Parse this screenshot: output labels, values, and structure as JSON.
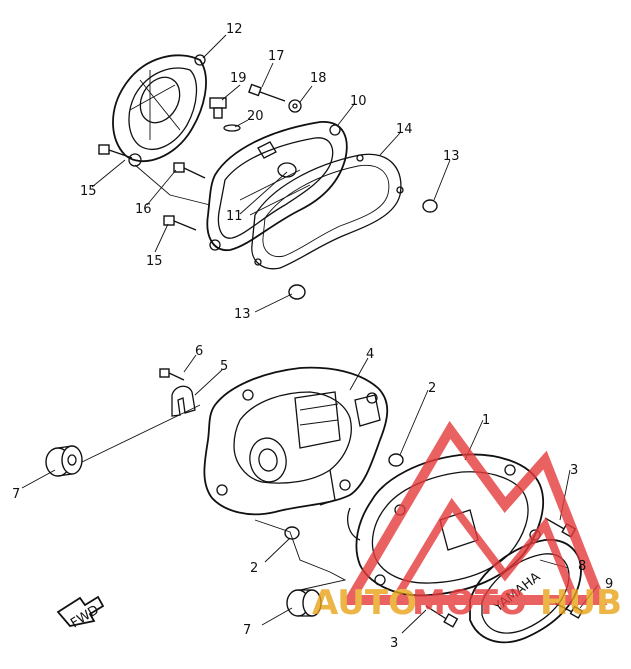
{
  "callouts": [
    {
      "id": "c1",
      "text": "1"
    },
    {
      "id": "c2a",
      "text": "2"
    },
    {
      "id": "c2b",
      "text": "2"
    },
    {
      "id": "c3a",
      "text": "3"
    },
    {
      "id": "c3b",
      "text": "3"
    },
    {
      "id": "c4",
      "text": "4"
    },
    {
      "id": "c5",
      "text": "5"
    },
    {
      "id": "c6",
      "text": "6"
    },
    {
      "id": "c7a",
      "text": "7"
    },
    {
      "id": "c7b",
      "text": "7"
    },
    {
      "id": "c8",
      "text": "8"
    },
    {
      "id": "c9",
      "text": "9"
    },
    {
      "id": "c10",
      "text": "10"
    },
    {
      "id": "c11",
      "text": "11"
    },
    {
      "id": "c12",
      "text": "12"
    },
    {
      "id": "c13a",
      "text": "13"
    },
    {
      "id": "c13b",
      "text": "13"
    },
    {
      "id": "c14",
      "text": "14"
    },
    {
      "id": "c15a",
      "text": "15"
    },
    {
      "id": "c15b",
      "text": "15"
    },
    {
      "id": "c16",
      "text": "16"
    },
    {
      "id": "c17",
      "text": "17"
    },
    {
      "id": "c18",
      "text": "18"
    },
    {
      "id": "c19",
      "text": "19"
    },
    {
      "id": "c20",
      "text": "20"
    }
  ],
  "fwd_marker": "FWD",
  "cover_brand": "YAMAHA",
  "watermark": {
    "part1": "AUTO",
    "part2": "MOTO",
    "part3": "HUB",
    "color1": "#e8a319",
    "color2": "#e63a3a"
  }
}
